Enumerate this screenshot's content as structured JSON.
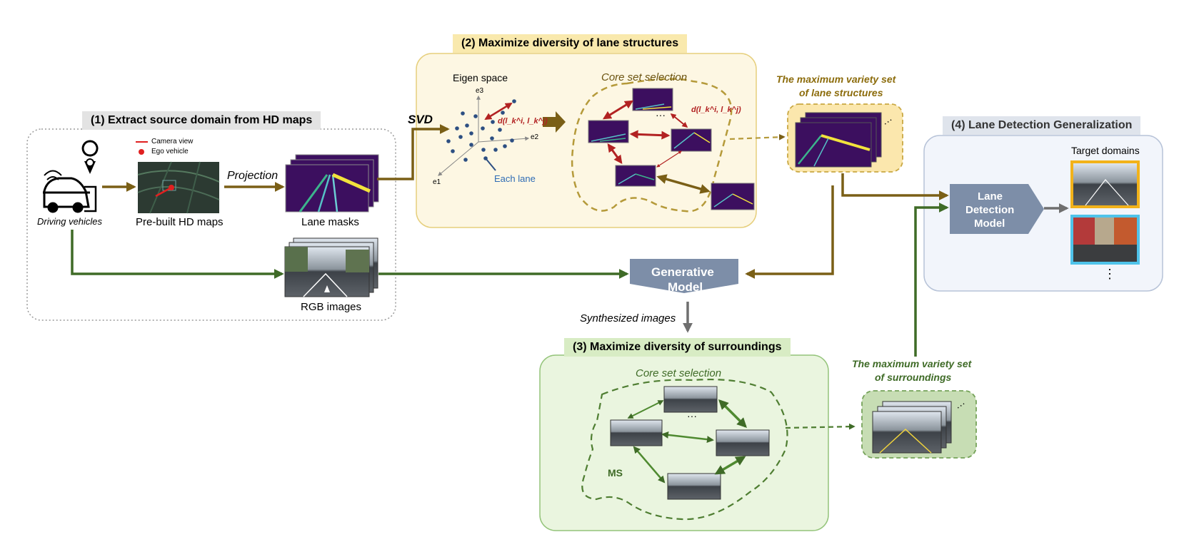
{
  "sections": {
    "extract": {
      "title": "(1) Extract source domain from HD maps"
    },
    "lane_diversity": {
      "title": "(2) Maximize diversity of lane structures"
    },
    "surroundings": {
      "title": "(3) Maximize diversity of surroundings"
    },
    "generalization": {
      "title": "(4) Lane Detection Generalization"
    }
  },
  "labels": {
    "driving_vehicles": "Driving vehicles",
    "hd_maps": "Pre-built HD maps",
    "legend_camera": "Camera view",
    "legend_ego": "Ego vehicle",
    "projection": "Projection",
    "lane_masks": "Lane masks",
    "rgb_images": "RGB images",
    "svd": "SVD",
    "eigen_space": "Eigen space",
    "axis_e1": "e1",
    "axis_e2": "e2",
    "axis_e3": "e3",
    "distance_formula": "d(l_k^i, l_k^j)",
    "each_lane": "Each lane",
    "core_set_selection": "Core set selection",
    "ellipsis": "···",
    "max_variety_lane_1": "The maximum variety set",
    "max_variety_lane_2": "of lane structures",
    "generative_1": "Generative",
    "generative_2": "Model",
    "synthesized": "Synthesized images",
    "core_set_selection_2": "Core set selection",
    "ms": "MS",
    "max_variety_sur_1": "The maximum variety set",
    "max_variety_sur_2": "of surroundings",
    "ldm_1": "Lane",
    "ldm_2": "Detection",
    "ldm_3": "Model",
    "target_domains": "Target domains",
    "vdots": "⋮"
  },
  "colors": {
    "olive_arrow": "#7a5f16",
    "green_arrow": "#3f6b27",
    "gray_arrow": "#6f6f6f",
    "red_arrow": "#b22222",
    "lane_bg": "#3c0f5f",
    "box2_fill": "#fdf7e3",
    "box2_border": "#e6cf7d",
    "box3_fill": "#eaf5df",
    "box3_border": "#94c47a",
    "box4_fill": "#f2f5fb",
    "box4_border": "#b7c3d8",
    "model_fill": "#7d8ea8",
    "target_yellow": "#f2b21a",
    "target_cyan": "#4fc3ea"
  },
  "icons": [
    "car-icon",
    "location-pin-icon",
    "wifi-icon"
  ]
}
